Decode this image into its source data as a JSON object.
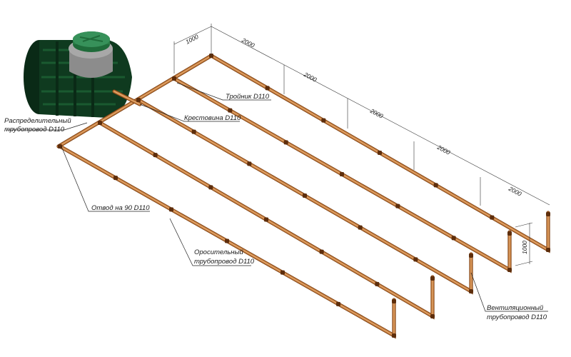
{
  "labels": {
    "distribution_pipe_line1": "Распределительный",
    "distribution_pipe_line2": "трубопровод D110",
    "tee": "Тройник D110",
    "cross": "Крестовина D110",
    "elbow": "Отвод на 90 D110",
    "irrigation_pipe_line1": "Оросительный",
    "irrigation_pipe_line2": "трубопровод D110",
    "vent_pipe_line1": "Вентиляционный",
    "vent_pipe_line2": "трубопровод D110"
  },
  "dimensions": {
    "spacing": "1000",
    "segments": [
      "2000",
      "2000",
      "2000",
      "2000",
      "2000"
    ],
    "vent_height": "1000"
  },
  "colors": {
    "pipe": "#c27a3a",
    "pipe_shadow": "#7a3e12",
    "tank": "#0f3a1f",
    "tank_lid": "#1f6b3a",
    "neck": "#9a9a9a"
  }
}
